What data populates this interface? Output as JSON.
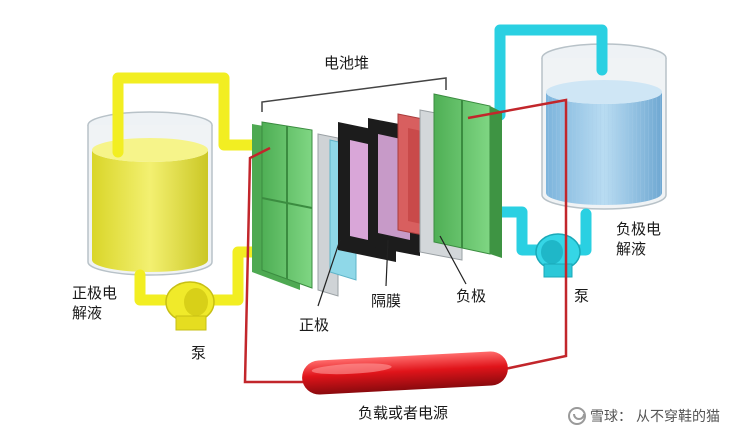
{
  "labels": {
    "stack": "电池堆",
    "positive_electrolyte": [
      "正极电",
      "解液"
    ],
    "negative_electrolyte": [
      "负极电",
      "解液"
    ],
    "pump_left": "泵",
    "pump_right": "泵",
    "positive_electrode": "正极",
    "membrane": "隔膜",
    "negative_electrode": "负极",
    "load": "负载或者电源"
  },
  "watermark": {
    "brand": "雪球：",
    "author": "从不穿鞋的猫"
  },
  "colors": {
    "positive_electrolyte": "#e8e63a",
    "negative_electrolyte": "#8fc4e8",
    "pipe_yellow": "#f2ee22",
    "pipe_cyan": "#2ad0e2",
    "end_plate": "#66c46a",
    "membrane": "#d9a6d8",
    "gasket": "#1c1c1c",
    "negative_plate": "#d85f5f",
    "circuit": "#c2262b",
    "load": "#e0141a"
  }
}
